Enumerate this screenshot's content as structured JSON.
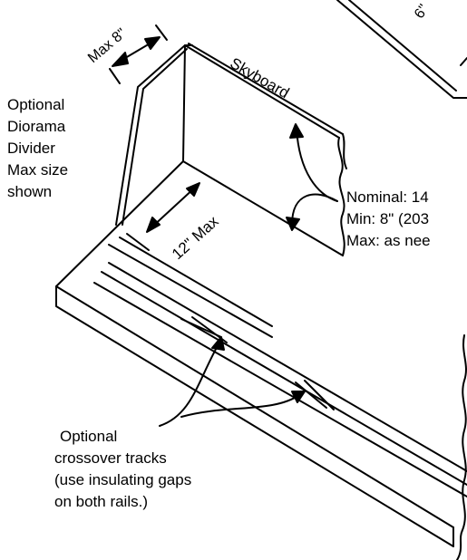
{
  "labels": {
    "six": "6\"",
    "max8": "Max 8\"",
    "skyboard": "Skyboard",
    "divider_note": [
      "Optional",
      "Diorama",
      "Divider",
      "Max size",
      "shown"
    ],
    "depth": "12\" Max",
    "heights": [
      "Nominal: 14",
      "Min: 8\" (203",
      "Max: as nee"
    ],
    "crossover_note": [
      "Optional",
      "crossover tracks",
      "(use insulating gaps",
      "on both rails.)"
    ]
  }
}
